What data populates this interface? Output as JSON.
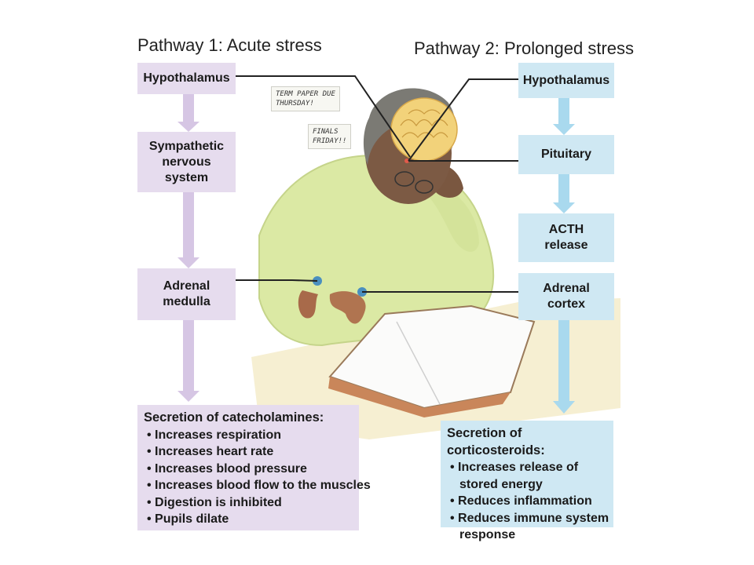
{
  "pathway1": {
    "title": "Pathway 1: Acute stress",
    "steps": [
      [
        "Hypothalamus"
      ],
      [
        "Sympathetic",
        "nervous",
        "system"
      ],
      [
        "Adrenal",
        "medulla"
      ]
    ],
    "secretion": {
      "heading": "Secretion of catecholamines:",
      "items": [
        "Increases respiration",
        "Increases heart rate",
        "Increases blood pressure",
        "Increases blood flow to the muscles",
        "Digestion is inhibited",
        "Pupils dilate"
      ]
    }
  },
  "pathway2": {
    "title": "Pathway 2: Prolonged stress",
    "steps": [
      [
        "Hypothalamus"
      ],
      [
        "Pituitary"
      ],
      [
        "ACTH",
        "release"
      ],
      [
        "Adrenal",
        "cortex"
      ]
    ],
    "secretion": {
      "heading": "Secretion of corticosteroids:",
      "items": [
        "Increases release of stored energy",
        "Reduces inflammation",
        "Reduces immune system response"
      ]
    }
  },
  "notes": {
    "note1": [
      "TERM PAPER DUE",
      "THURSDAY!"
    ],
    "note2": [
      "FINALS",
      "FRIDAY!!"
    ]
  },
  "colors": {
    "pathway1_fill": "#e6dcee",
    "pathway1_arrow": "#d6c6e4",
    "pathway2_fill": "#cfe8f3",
    "pathway2_arrow": "#a9d9ee"
  }
}
